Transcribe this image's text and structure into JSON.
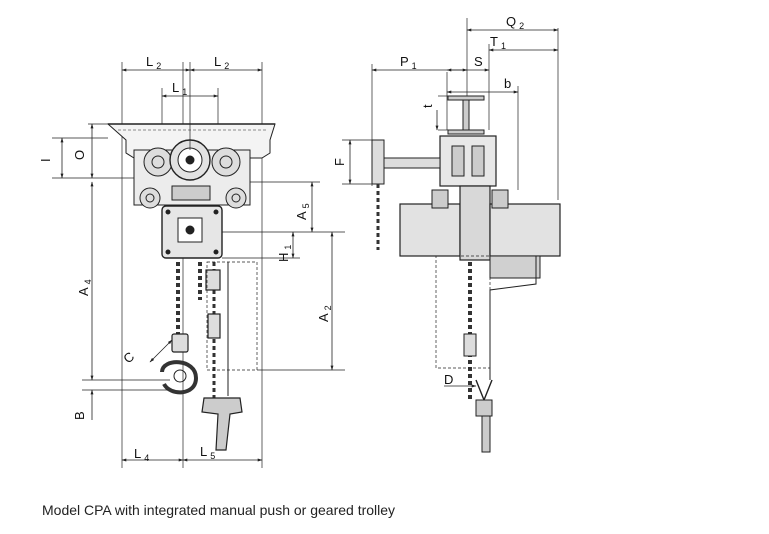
{
  "caption": "Model CPA with integrated manual push or geared trolley",
  "dimension_labels": {
    "L2_left": {
      "main": "L",
      "sub": "2"
    },
    "L2_right": {
      "main": "L",
      "sub": "2"
    },
    "L1": {
      "main": "L",
      "sub": "1"
    },
    "I": {
      "main": "I",
      "sub": ""
    },
    "O": {
      "main": "O",
      "sub": ""
    },
    "A5": {
      "main": "A",
      "sub": "5"
    },
    "H1": {
      "main": "H",
      "sub": "1"
    },
    "A4": {
      "main": "A",
      "sub": "4"
    },
    "A2": {
      "main": "A",
      "sub": "2"
    },
    "C": {
      "main": "C",
      "sub": ""
    },
    "B": {
      "main": "B",
      "sub": ""
    },
    "L4": {
      "main": "L",
      "sub": "4"
    },
    "L5": {
      "main": "L",
      "sub": "5"
    },
    "Q2": {
      "main": "Q",
      "sub": "2"
    },
    "T1": {
      "main": "T",
      "sub": "1"
    },
    "P1": {
      "main": "P",
      "sub": "1"
    },
    "S": {
      "main": "S",
      "sub": ""
    },
    "b": {
      "main": "b",
      "sub": ""
    },
    "t": {
      "main": "t",
      "sub": ""
    },
    "F": {
      "main": "F",
      "sub": ""
    },
    "D": {
      "main": "D",
      "sub": ""
    }
  }
}
